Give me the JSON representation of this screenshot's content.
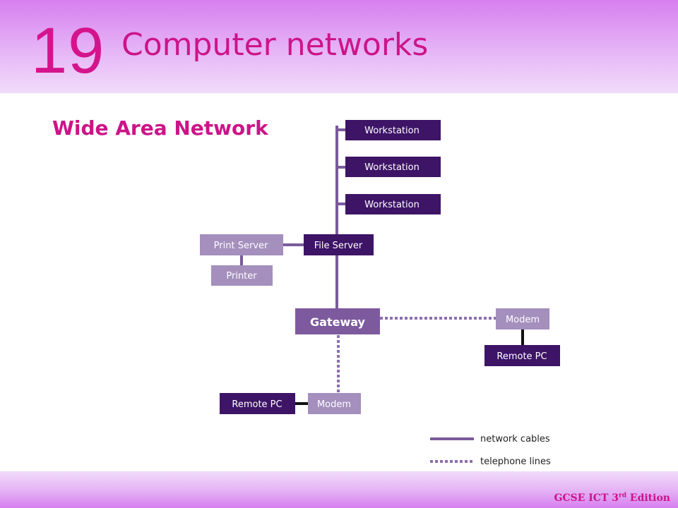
{
  "header": {
    "chapter_number": "19",
    "chapter_title": "Computer networks"
  },
  "section_title": "Wide Area Network",
  "diagram": {
    "nodes": {
      "workstation_1": "Workstation",
      "workstation_2": "Workstation",
      "workstation_3": "Workstation",
      "print_server": "Print Server",
      "file_server": "File Server",
      "printer": "Printer",
      "gateway": "Gateway",
      "modem_right": "Modem",
      "remote_pc_right": "Remote PC",
      "remote_pc_bottom": "Remote PC",
      "modem_bottom": "Modem"
    },
    "legend": {
      "network_cables": "network cables",
      "telephone_lines": "telephone lines"
    }
  },
  "footer": {
    "edition_prefix": "GCSE ICT 3",
    "edition_sup": "rd",
    "edition_suffix": " Edition"
  },
  "colors": {
    "accent": "#cc1488",
    "dark_node": "#3d1466",
    "mid_node": "#7d5a9e",
    "light_node": "#a48fbd",
    "line": "#7a5b9b"
  }
}
